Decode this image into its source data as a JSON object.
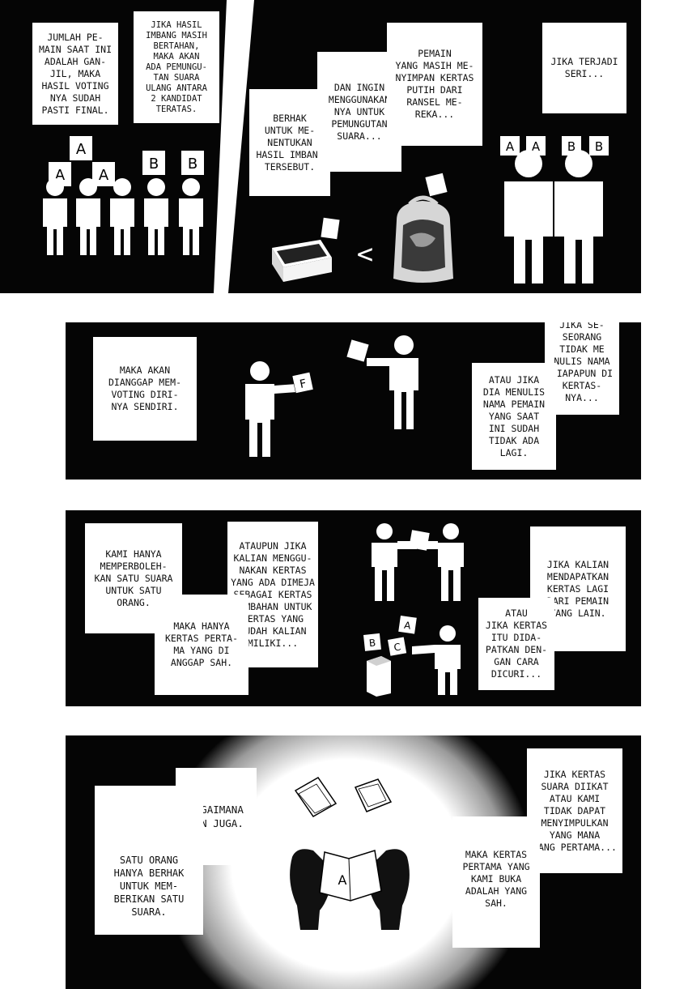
{
  "panel1": {
    "texts": {
      "odd_players": "JUMLAH PE-\nMAIN SAAT INI\nADALAH GAN-\nJIL, MAKA\nHASIL VOTING\nNYA SUDAH\nPASTI FINAL.",
      "tie_revote": "JIKA HASIL\nIMBANG MASIH\nBERTAHAN,\nMAKA AKAN\nADA PEMUNGU-\nTAN SUARA\nULANG ANTARA\n2 KANDIDAT\nTERATAS.",
      "right_to_decide": "BERHAK\nUNTUK ME-\nNENTUKAN\nHASIL IMBANG\nTERSEBUT.",
      "want_to_use": "DAN INGIN\nMENGGUNAKAN\nNYA UNTUK\nPEMUNGUTAN\nSUARA...",
      "player_keeps": "PEMAIN\nYANG MASIH ME-\nNYIMPAN KERTAS\nPUTIH DARI\nRANSEL ME-\nREKA...",
      "if_tie": "JIKA TERJADI\nSERI..."
    },
    "votes_left": [
      "A",
      "A",
      "A",
      "B",
      "B"
    ],
    "votes_right": [
      "A",
      "A",
      "B",
      "B"
    ],
    "compare_symbol": "<"
  },
  "panel2": {
    "texts": {
      "self_vote": "MAKA AKAN\nDIANGGAP MEM-\nVOTING DIRI-\nNYA SENDIRI.",
      "no_name": "JIKA SE-\nSEORANG\nTIDAK ME\nNULIS NAMA\nSIAPAPUN DI\nKERTAS-\nNYA...",
      "absent_name": "ATAU JIKA\nDIA MENULIS\nNAMA PEMAIN\nYANG SAAT\nINI SUDAH\nTIDAK ADA\nLAGI."
    },
    "card_letter": "F"
  },
  "panel3": {
    "texts": {
      "one_vote": "KAMI HANYA\nMEMPERBOLEH-\nKAN SATU SUARA\nUNTUK SATU\nORANG.",
      "extra_paper": "ATAUPUN JIKA\nKALIAN MENGGU-\nNAKAN KERTAS\nYANG ADA DIMEJA\nSEBAGAI KERTAS\nTAMBAHAN UNTUK\nKERTAS YANG\nSUDAH KALIAN\nMILIKI...",
      "first_valid": "MAKA HANYA\nKERTAS PERTA-\nMA YANG DI\nANGGAP SAH.",
      "from_other": "JIKA KALIAN\nMENDAPATKAN\nKERTAS LAGI\nDARI PEMAIN\nYANG LAIN.",
      "stolen": "ATAU\nJIKA KERTAS\nITU DIDA-\nPATKAN DEN-\nGAN CARA\nDICURI..."
    },
    "card_letters": [
      "A",
      "B",
      "C"
    ]
  },
  "panel4": {
    "texts": {
      "anyhow": "BAGAIMANA\nPUN JUGA.",
      "one_person": "SATU ORANG\nHANYA BERHAK\nUNTUK MEM-\nBERIKAN SATU\nSUARA.",
      "tied_papers": "JIKA KERTAS\nSUARA DIIKAT\nATAU KAMI\nTIDAK DAPAT\nMENYIMPULKAN\nYANG MANA\nYANG PERTAMA...",
      "first_opened": "MAKA KERTAS\nPERTAMA YANG\nKAMI BUKA\nADALAH YANG\nSAH."
    },
    "card_letter": "A"
  }
}
